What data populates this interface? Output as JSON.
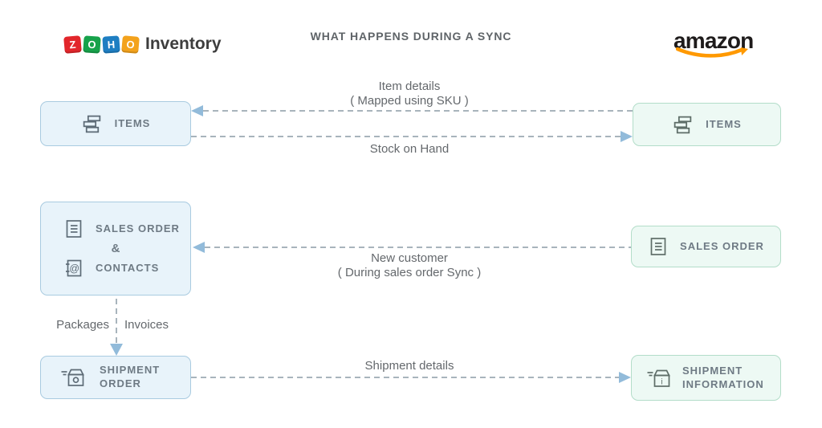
{
  "header": {
    "zoho": {
      "letters": [
        {
          "char": "Z",
          "color": "#e2262b"
        },
        {
          "char": "O",
          "color": "#17a24b"
        },
        {
          "char": "H",
          "color": "#1e7ec2"
        },
        {
          "char": "O",
          "color": "#f3a21c"
        }
      ],
      "product": "Inventory"
    },
    "title": "WHAT HAPPENS DURING A SYNC",
    "amazon": {
      "wordmark": "amazon",
      "smile_color": "#ff9900"
    }
  },
  "zoho_column": {
    "items_box": {
      "label": "ITEMS",
      "icon": "items-stack-icon"
    },
    "sales_contacts_box": {
      "row1_label": "SALES ORDER",
      "ampersand": "&",
      "row2_label": "CONTACTS",
      "icon1": "sales-order-document-icon",
      "icon2": "contacts-address-book-icon"
    },
    "shipment_box": {
      "label": "SHIPMENT ORDER",
      "icon": "shipment-package-icon"
    }
  },
  "amazon_column": {
    "items_box": {
      "label": "ITEMS",
      "icon": "items-stack-icon"
    },
    "sales_box": {
      "label": "SALES ORDER",
      "icon": "sales-order-document-icon"
    },
    "shipment_box": {
      "label": "SHIPMENT INFORMATION",
      "icon": "shipment-info-package-icon"
    }
  },
  "flows": {
    "item_details": {
      "line1": "Item details",
      "line2": "( Mapped using SKU )",
      "direction": "amazon-to-zoho"
    },
    "stock_on_hand": {
      "label": "Stock on Hand",
      "direction": "zoho-to-amazon"
    },
    "new_customer": {
      "line1": "New customer",
      "line2": "( During sales order Sync )",
      "direction": "amazon-to-zoho"
    },
    "shipment_details": {
      "label": "Shipment details",
      "direction": "zoho-to-amazon"
    },
    "order_to_shipment": {
      "label_left": "Packages",
      "label_right": "Invoices",
      "direction": "down"
    }
  },
  "colors": {
    "zoho_box_bg": "#e8f3fa",
    "zoho_box_border": "#a9cbe0",
    "amazon_box_bg": "#edf9f4",
    "amazon_box_border": "#b3ddc9",
    "dashed_line": "#a8b4bc",
    "arrowhead": "#92bbda",
    "box_text": "#6e7a84",
    "flow_text": "#64686c",
    "title_text": "#5f6468",
    "amazon_smile": "#ff9900"
  }
}
